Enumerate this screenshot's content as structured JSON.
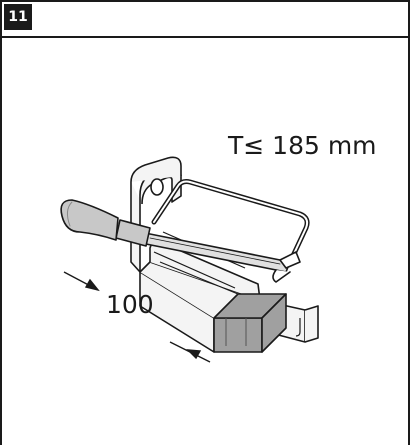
{
  "step": {
    "number": "11"
  },
  "annotations": {
    "thickness_limit": "T≤ 185 mm",
    "cut_length": "100"
  },
  "colors": {
    "outline": "#1a1a1a",
    "badge_background": "#1a1a1a",
    "badge_text": "#ffffff",
    "highlight_fill": "#a0a0a0",
    "part_fill": "#f4f4f4"
  },
  "icons": {
    "tool": "hacksaw-icon",
    "part": "mounting-bracket-icon"
  }
}
